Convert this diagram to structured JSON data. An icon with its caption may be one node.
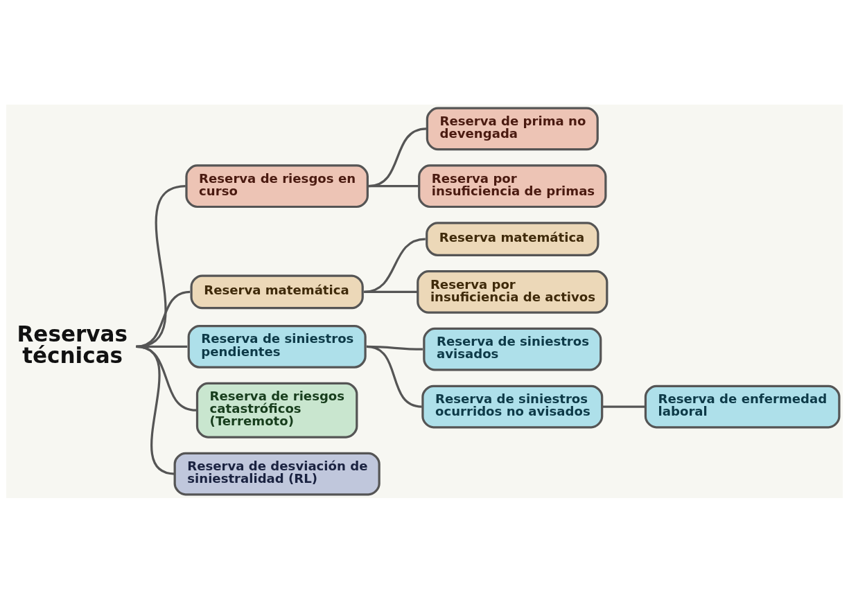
{
  "diagram": {
    "nodes": [
      {
        "text": [
          "Reservas técnicas"
        ]
      },
      {
        "text": [
          "Reserva de riesgos en curso"
        ]
      },
      {
        "text": [
          "Reserva de prima no devengada"
        ]
      },
      {
        "text": [
          "Reserva por insuficiencia de primas"
        ]
      },
      {
        "text": [
          "Reserva matemática"
        ]
      },
      {
        "text": [
          "Reserva matemática"
        ]
      },
      {
        "text": [
          "Reserva por insuficiencia de activos"
        ]
      },
      {
        "text": [
          "Reserva de siniestros pendientes"
        ]
      },
      {
        "text": [
          "Reserva de siniestros avisados"
        ]
      },
      {
        "text": [
          "Reserva de siniestros ocurridos no avisados"
        ]
      },
      {
        "text": [
          "Reserva de enfermedad laboral"
        ]
      },
      {
        "text": [
          "Reserva de riesgos catastróficos (Terremoto)"
        ]
      },
      {
        "text": [
          "Reserva de desviación de siniestralidad (RL)"
        ]
      }
    ],
    "edges": [
      {
        "from": 0,
        "to": 1,
        "arrow": "none"
      },
      {
        "from": 1,
        "to": 2,
        "arrow": "none"
      },
      {
        "from": 1,
        "to": 3,
        "arrow": "none"
      },
      {
        "from": 0,
        "to": 4,
        "arrow": "none"
      },
      {
        "from": 4,
        "to": 5,
        "arrow": "none"
      },
      {
        "from": 4,
        "to": 6,
        "arrow": "none"
      },
      {
        "from": 0,
        "to": 7,
        "arrow": "none"
      },
      {
        "from": 7,
        "to": 8,
        "arrow": "none"
      },
      {
        "from": 7,
        "to": 9,
        "arrow": "none"
      },
      {
        "from": 9,
        "to": 10,
        "arrow": "none"
      },
      {
        "from": 0,
        "to": 11,
        "arrow": "none"
      },
      {
        "from": 0,
        "to": 12,
        "arrow": "none"
      }
    ]
  }
}
